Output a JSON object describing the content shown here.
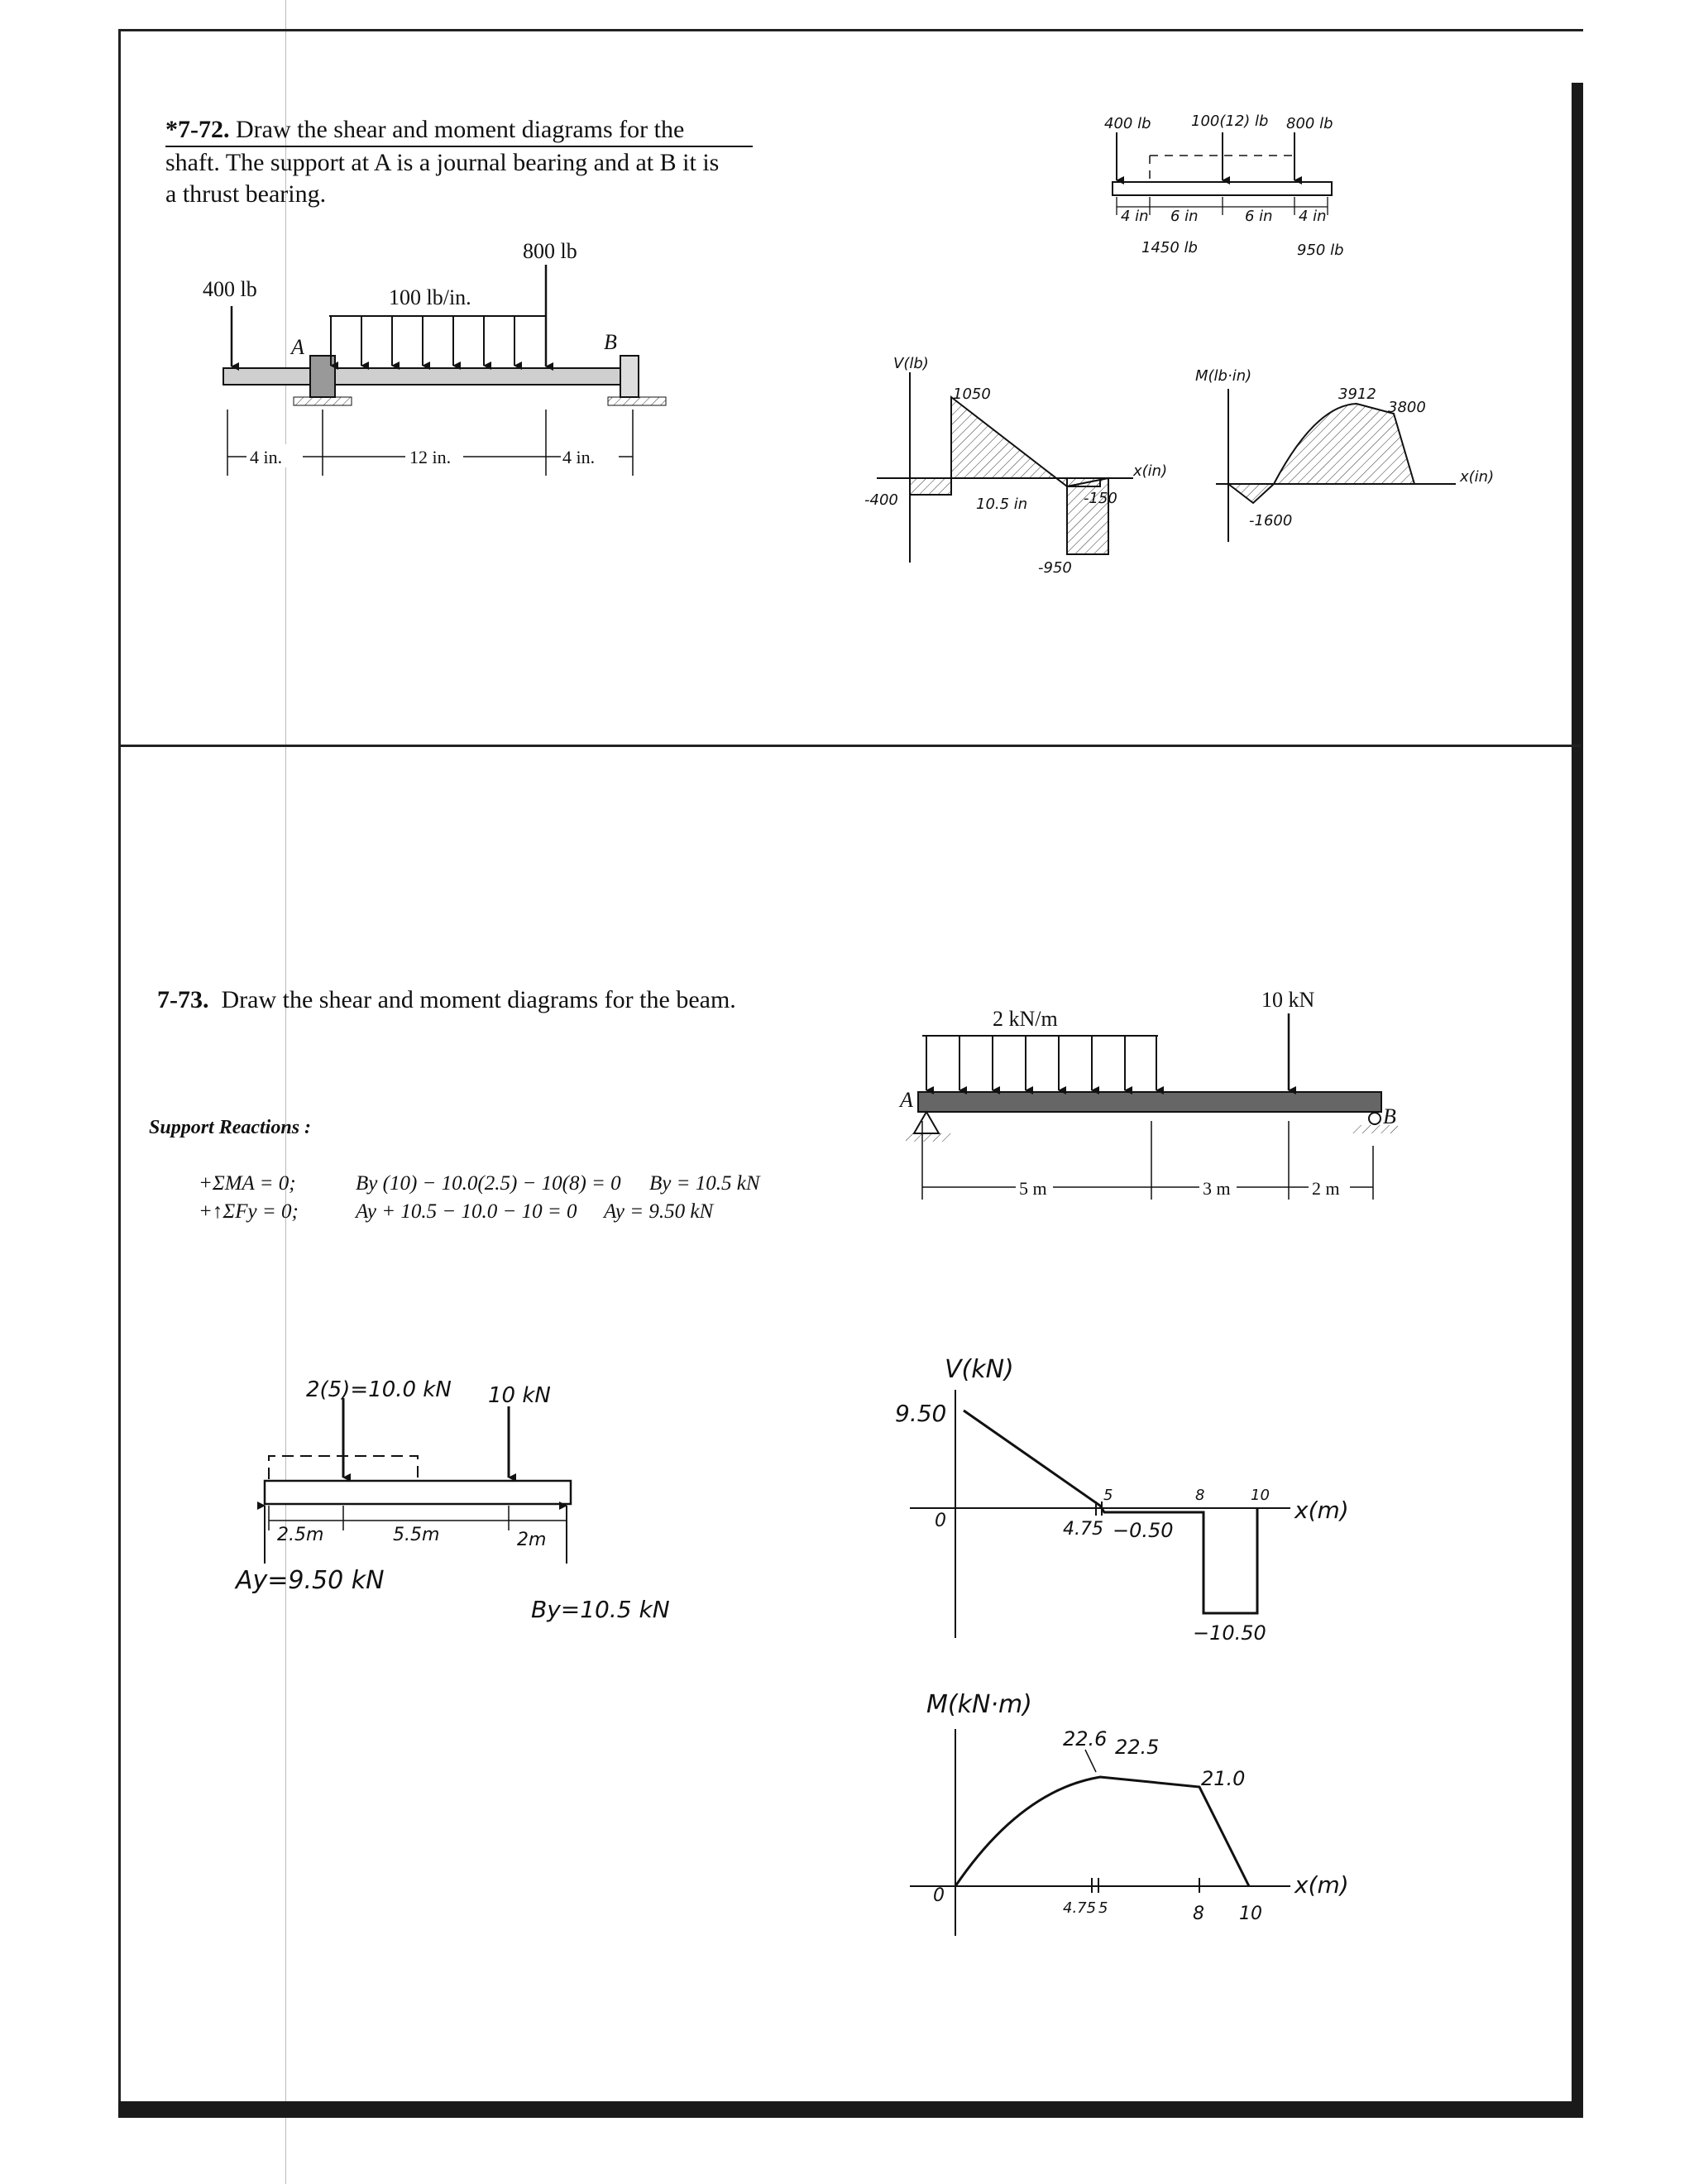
{
  "problem_72": {
    "number": "*7-72.",
    "line1": "Draw the shear and moment diagrams for the",
    "line2": "shaft. The support at A is a journal bearing and at B it is",
    "line3": "a thrust bearing.",
    "figure": {
      "load_left": "400 lb",
      "load_dist": "100 lb/in.",
      "load_right": "800 lb",
      "support_a": "A",
      "support_b": "B",
      "dim_1": "4 in.",
      "dim_2": "12 in.",
      "dim_3": "4 in."
    },
    "fbd": {
      "load_1": "400 lb",
      "load_2": "100(12) lb",
      "load_3": "800 lb",
      "dim_1": "4 in",
      "dim_2": "6 in",
      "dim_3": "6 in",
      "dim_4": "4 in",
      "reaction_a": "1450 lb",
      "reaction_b": "950 lb"
    },
    "shear_diagram": {
      "ylabel": "V(lb)",
      "xlabel": "x(in)",
      "label_1050": "1050",
      "label_m400": "-400",
      "label_105": "10.5 in",
      "label_m150": "-150",
      "label_m950": "-950"
    },
    "moment_diagram": {
      "ylabel": "M(lb·in)",
      "xlabel": "x(in)",
      "label_3912": "3912",
      "label_3800": "3800",
      "label_m1600": "-1600"
    }
  },
  "problem_73": {
    "number": "7-73.",
    "text": "Draw the shear and moment diagrams for the beam.",
    "figure": {
      "load_dist": "2 kN/m",
      "load_point": "10 kN",
      "support_a": "A",
      "support_b": "B",
      "dim_1": "5 m",
      "dim_2": "3 m",
      "dim_3": "2 m"
    },
    "support_reactions": {
      "heading": "Support Reactions :",
      "eq1_lhs": "+ΣMA = 0;",
      "eq1_mid": "By (10) − 10.0(2.5) − 10(8) = 0",
      "eq1_res": "By = 10.5 kN",
      "eq2_lhs": "+↑ΣFy = 0;",
      "eq2_mid": "Ay + 10.5 − 10.0 − 10 = 0",
      "eq2_res": "Ay = 9.50 kN"
    },
    "fbd": {
      "load_1": "2(5)=10.0 kN",
      "load_2": "10 kN",
      "dim_1": "2.5m",
      "dim_2": "5.5m",
      "dim_3": "2m",
      "reaction_a": "Ay=9.50 kN",
      "reaction_b": "By=10.5 kN"
    },
    "shear_diagram": {
      "ylabel": "V(kN)",
      "xlabel": "x(m)",
      "origin": "0",
      "label_950": "9.50",
      "tick_5": "5",
      "tick_8": "8",
      "tick_10": "10",
      "label_475": "4.75",
      "label_m050": "−0.50",
      "label_m1050": "−10.50"
    },
    "moment_diagram": {
      "ylabel": "M(kN·m)",
      "xlabel": "x(m)",
      "origin": "0",
      "label_226": "22.6",
      "label_225": "22.5",
      "label_210": "21.0",
      "tick_475": "4.75",
      "tick_5": "5",
      "tick_8": "8",
      "tick_10": "10"
    }
  }
}
